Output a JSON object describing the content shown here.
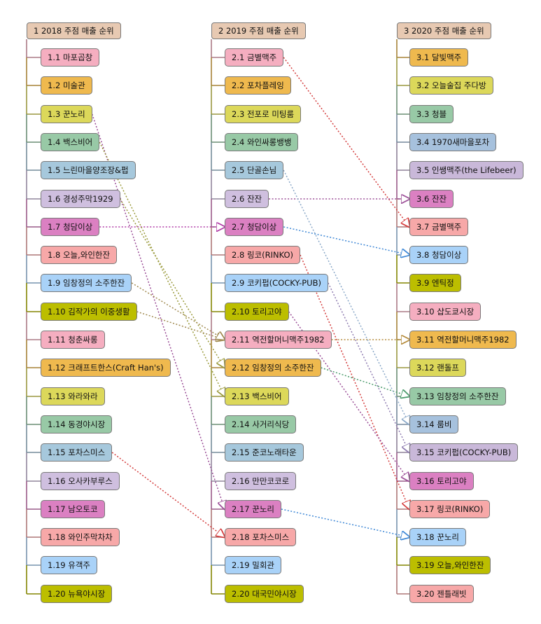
{
  "colors": {
    "header": "#e7c9b2",
    "pink": "#f5aec0",
    "orange": "#efb94e",
    "olive": "#dcd85a",
    "green": "#98c9a6",
    "blue": "#a6c8dc",
    "lavender": "#cfbfdf",
    "magenta": "#db80c2",
    "salmon": "#f7a8a8",
    "lightblue": "#a9d2f8",
    "darkolive": "#bcbe00",
    "grayblue": "#a6c1dd",
    "lilac": "#c9b8d9"
  },
  "columns": [
    {
      "title": "1  2018 주점 매출 순위",
      "items": [
        {
          "label": "1.1  마포곱창",
          "color": "pink"
        },
        {
          "label": "1.2  미술관",
          "color": "orange"
        },
        {
          "label": "1.3  꾼노리",
          "color": "olive"
        },
        {
          "label": "1.4  백스비어",
          "color": "green"
        },
        {
          "label": "1.5  느린마을양조장&펍",
          "color": "blue"
        },
        {
          "label": "1.6  경성주막1929",
          "color": "lavender"
        },
        {
          "label": "1.7  청담이상",
          "color": "magenta"
        },
        {
          "label": "1.8  오늘,와인한잔",
          "color": "salmon"
        },
        {
          "label": "1.9  임창정의 소주한잔",
          "color": "lightblue"
        },
        {
          "label": "1.10  김작가의 이중생활",
          "color": "darkolive"
        },
        {
          "label": "1.11  청춘싸롱",
          "color": "pink"
        },
        {
          "label": "1.12  크래프트한스(Craft Han's)",
          "color": "orange"
        },
        {
          "label": "1.13  와라와라",
          "color": "olive"
        },
        {
          "label": "1.14  동경야시장",
          "color": "green"
        },
        {
          "label": "1.15  포차스미스",
          "color": "blue"
        },
        {
          "label": "1.16  오사카부루스",
          "color": "lavender"
        },
        {
          "label": "1.17  남오토코",
          "color": "magenta"
        },
        {
          "label": "1.18  와인주막차차",
          "color": "salmon"
        },
        {
          "label": "1.19  유객주",
          "color": "lightblue"
        },
        {
          "label": "1.20  뉴욕야시장",
          "color": "darkolive"
        }
      ]
    },
    {
      "title": "2  2019 주점 매출 순위",
      "items": [
        {
          "label": "2.1  금별맥주",
          "color": "pink"
        },
        {
          "label": "2.2  포차플레잉",
          "color": "orange"
        },
        {
          "label": "2.3  전포로 미팅룸",
          "color": "olive"
        },
        {
          "label": "2.4  와인싸롱뱅뱅",
          "color": "green"
        },
        {
          "label": "2.5  단골손님",
          "color": "blue"
        },
        {
          "label": "2.6  잔잔",
          "color": "lavender"
        },
        {
          "label": "2.7  청담이상",
          "color": "magenta"
        },
        {
          "label": "2.8  링코(RINKO)",
          "color": "salmon"
        },
        {
          "label": "2.9  코키펍(COCKY-PUB)",
          "color": "lightblue"
        },
        {
          "label": "2.10  토리고야",
          "color": "darkolive"
        },
        {
          "label": "2.11  역전할머니맥주1982",
          "color": "pink"
        },
        {
          "label": "2.12  임창정의 소주한잔",
          "color": "orange"
        },
        {
          "label": "2.13  백스비어",
          "color": "olive"
        },
        {
          "label": "2.14  사거리식당",
          "color": "green"
        },
        {
          "label": "2.15  준코노래타운",
          "color": "blue"
        },
        {
          "label": "2.16  만만코코로",
          "color": "lavender"
        },
        {
          "label": "2.17  꾼노리",
          "color": "magenta"
        },
        {
          "label": "2.18  포차스미스",
          "color": "salmon"
        },
        {
          "label": "2.19  밀회관",
          "color": "lightblue"
        },
        {
          "label": "2.20  대국민야시장",
          "color": "darkolive"
        }
      ]
    },
    {
      "title": "3  2020 주점 매출 순위",
      "items": [
        {
          "label": "3.1  달빛맥주",
          "color": "orange"
        },
        {
          "label": "3.2  오늘술집 주다방",
          "color": "olive"
        },
        {
          "label": "3.3  청블",
          "color": "green"
        },
        {
          "label": "3.4  1970새마을포차",
          "color": "grayblue"
        },
        {
          "label": "3.5  인쌩맥주(the Lifebeer)",
          "color": "lilac"
        },
        {
          "label": "3.6  잔잔",
          "color": "magenta"
        },
        {
          "label": "3.7  금별맥주",
          "color": "salmon"
        },
        {
          "label": "3.8  청담이상",
          "color": "lightblue"
        },
        {
          "label": "3.9  엔틱정",
          "color": "darkolive"
        },
        {
          "label": "3.10  샵도쿄시장",
          "color": "pink"
        },
        {
          "label": "3.11  역전할머니맥주1982",
          "color": "orange"
        },
        {
          "label": "3.12  랜돌프",
          "color": "olive"
        },
        {
          "label": "3.13  임창정의 소주한잔",
          "color": "green"
        },
        {
          "label": "3.14  룸비",
          "color": "grayblue"
        },
        {
          "label": "3.15  코키펍(COCKY-PUB)",
          "color": "lilac"
        },
        {
          "label": "3.16  토리고야",
          "color": "magenta"
        },
        {
          "label": "3.17  링코(RINKO)",
          "color": "salmon"
        },
        {
          "label": "3.18  꾼노리",
          "color": "lightblue"
        },
        {
          "label": "3.19  오늘,와인한잔",
          "color": "darkolive"
        },
        {
          "label": "3.20  젠틀래빗",
          "color": "salmon"
        }
      ]
    }
  ],
  "connections": [
    {
      "from": "1.3",
      "to": "2.17",
      "color": "#9b4e97"
    },
    {
      "from": "1.6",
      "to": "2.12",
      "color": "#9a9a3c"
    },
    {
      "from": "1.7",
      "to": "2.7",
      "color": "#b03aa6"
    },
    {
      "from": "1.10",
      "to": "2.11",
      "color": "#a08a50"
    },
    {
      "from": "1.15",
      "to": "2.18",
      "color": "#d43c3c"
    },
    {
      "from": "1.4",
      "to": "2.13",
      "color": "#9a9a3c"
    },
    {
      "from": "2.1",
      "to": "3.7",
      "color": "#d43c3c"
    },
    {
      "from": "2.6",
      "to": "3.6",
      "color": "#9b4e97"
    },
    {
      "from": "2.7",
      "to": "3.8",
      "color": "#3f88d6"
    },
    {
      "from": "2.8",
      "to": "3.17",
      "color": "#d43c3c"
    },
    {
      "from": "2.9",
      "to": "3.15",
      "color": "#8e7bb0"
    },
    {
      "from": "2.10",
      "to": "3.16",
      "color": "#9b4e97"
    },
    {
      "from": "2.11",
      "to": "3.11",
      "color": "#b48a3a"
    },
    {
      "from": "2.12",
      "to": "3.13",
      "color": "#4a9a6a"
    },
    {
      "from": "2.5",
      "to": "3.14",
      "color": "#8aa8c8"
    },
    {
      "from": "2.17",
      "to": "3.18",
      "color": "#3f88d6"
    },
    {
      "from": "1.9",
      "to": "2.11",
      "color": "#a08a50"
    }
  ]
}
